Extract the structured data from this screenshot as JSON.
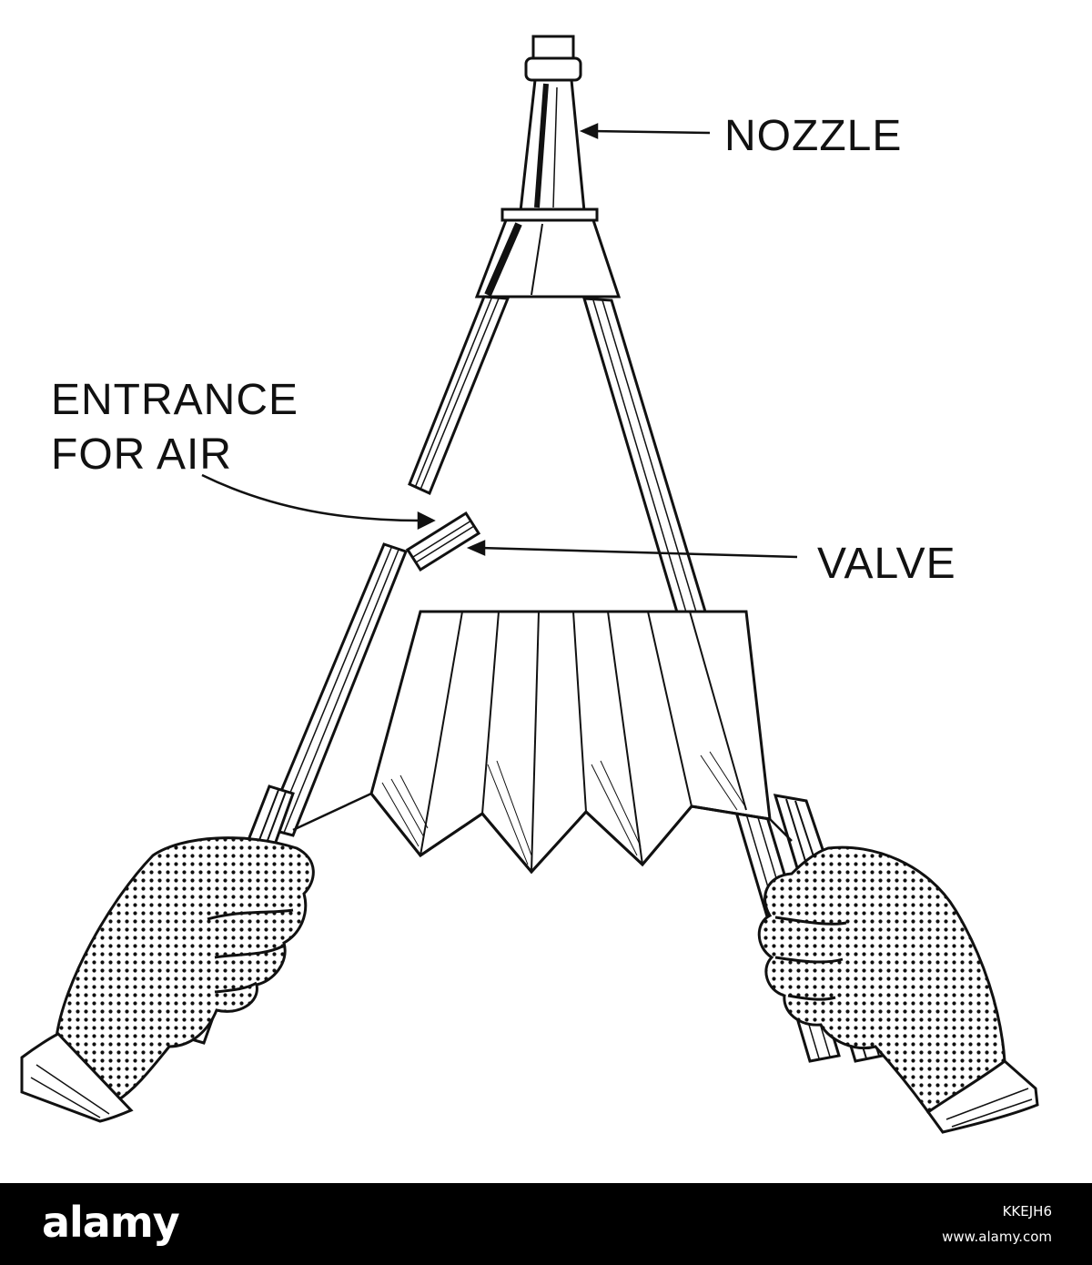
{
  "labels": {
    "nozzle": "NOZZLE",
    "entrance_line1": "ENTRANCE",
    "entrance_line2": "FOR AIR",
    "valve": "VALVE"
  },
  "footer": {
    "brand": "alamy",
    "image_id": "KKEJH6",
    "url": "www.alamy.com"
  },
  "colors": {
    "ink": "#111111",
    "background": "#ffffff",
    "footer_background": "#000000",
    "footer_text": "#ffffff"
  }
}
